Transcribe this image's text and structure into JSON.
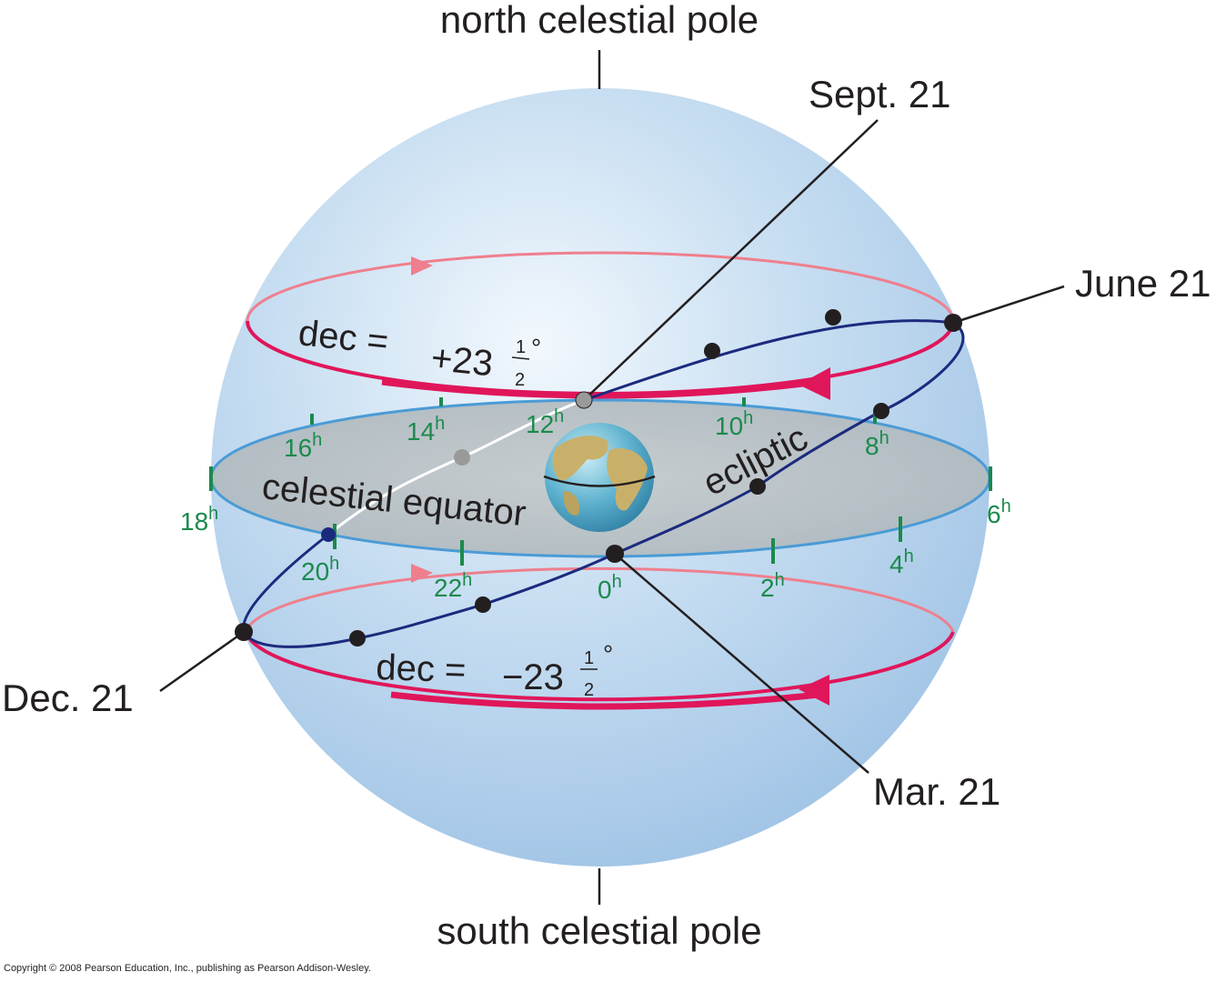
{
  "labels": {
    "north_pole": "north celestial pole",
    "south_pole": "south celestial pole",
    "sept": "Sept. 21",
    "june": "June 21",
    "dec": "Dec. 21",
    "mar": "Mar. 21",
    "ecliptic": "ecliptic",
    "equator": "celestial equator",
    "dec_plus_prefix": "dec = ",
    "dec_plus_value": "+23",
    "dec_minus_prefix": "dec = ",
    "dec_minus_value": "−23",
    "frac_num": "1",
    "frac_den": "2",
    "degree": "°"
  },
  "hours": [
    {
      "id": "h0",
      "value": "0",
      "unit": "h"
    },
    {
      "id": "h2",
      "value": "2",
      "unit": "h"
    },
    {
      "id": "h4",
      "value": "4",
      "unit": "h"
    },
    {
      "id": "h6",
      "value": "6",
      "unit": "h"
    },
    {
      "id": "h8",
      "value": "8",
      "unit": "h"
    },
    {
      "id": "h10",
      "value": "10",
      "unit": "h"
    },
    {
      "id": "h12",
      "value": "12",
      "unit": "h"
    },
    {
      "id": "h14",
      "value": "14",
      "unit": "h"
    },
    {
      "id": "h16",
      "value": "16",
      "unit": "h"
    },
    {
      "id": "h18",
      "value": "18",
      "unit": "h"
    },
    {
      "id": "h20",
      "value": "20",
      "unit": "h"
    },
    {
      "id": "h22",
      "value": "22",
      "unit": "h"
    }
  ],
  "copyright": "Copyright © 2008 Pearson Education, Inc., publishing as Pearson Addison-Wesley.",
  "colors": {
    "sphere": "#a9cbe8",
    "equator_plane": "#b8bfc2",
    "equator_rim": "#4a9bd6",
    "tropic": "#e0165a",
    "tropic_light": "#ef7f8d",
    "ecliptic": "#1c2a7e",
    "hour_mark": "#1b8a4c",
    "text": "#231f20"
  }
}
